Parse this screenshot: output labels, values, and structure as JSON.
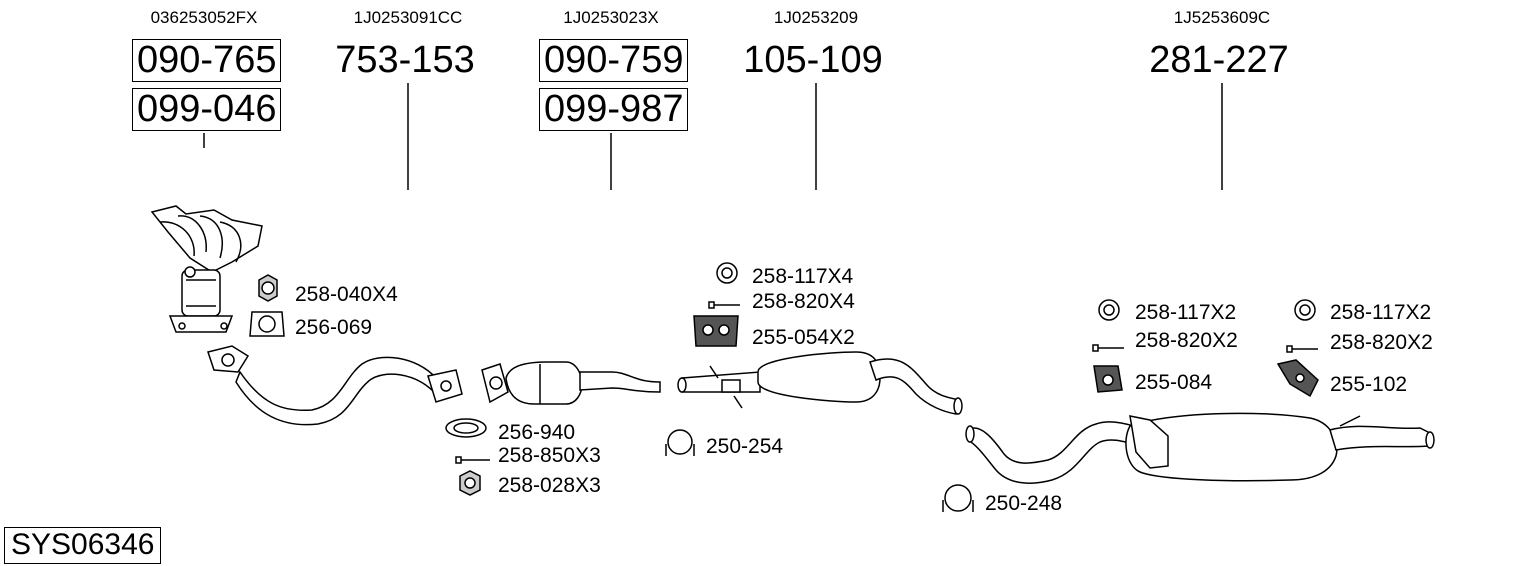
{
  "oem_numbers": {
    "manifold": "036253052FX",
    "front_pipe": "1J0253091CC",
    "catalyst": "1J0253023X",
    "centre_silencer": "1J0253209",
    "rear_silencer": "1J5253609C"
  },
  "part_numbers": {
    "manifold_primary": "090-765",
    "manifold_secondary": "099-046",
    "front_pipe": "753-153",
    "catalyst_primary": "090-759",
    "catalyst_secondary": "099-987",
    "centre_silencer": "105-109",
    "rear_silencer": "281-227"
  },
  "fittings": {
    "nut_1": "258-040X4",
    "gasket_1": "256-069",
    "gasket_2": "256-940",
    "bolt_1": "258-850X3",
    "nut_2": "258-028X3",
    "clamp_1": "250-254",
    "ring_1": "258-117X4",
    "bolt_2": "258-820X4",
    "mount_1": "255-054X2",
    "ring_2": "258-117X2",
    "bolt_3": "258-820X2",
    "mount_2": "255-084",
    "clamp_2": "250-248",
    "ring_3": "258-117X2",
    "bolt_4": "258-820X2",
    "mount_3": "255-102"
  },
  "system_id": "SYS06346",
  "colors": {
    "line": "#000000",
    "fill": "#ffffff",
    "shade": "#bbbbbb"
  }
}
